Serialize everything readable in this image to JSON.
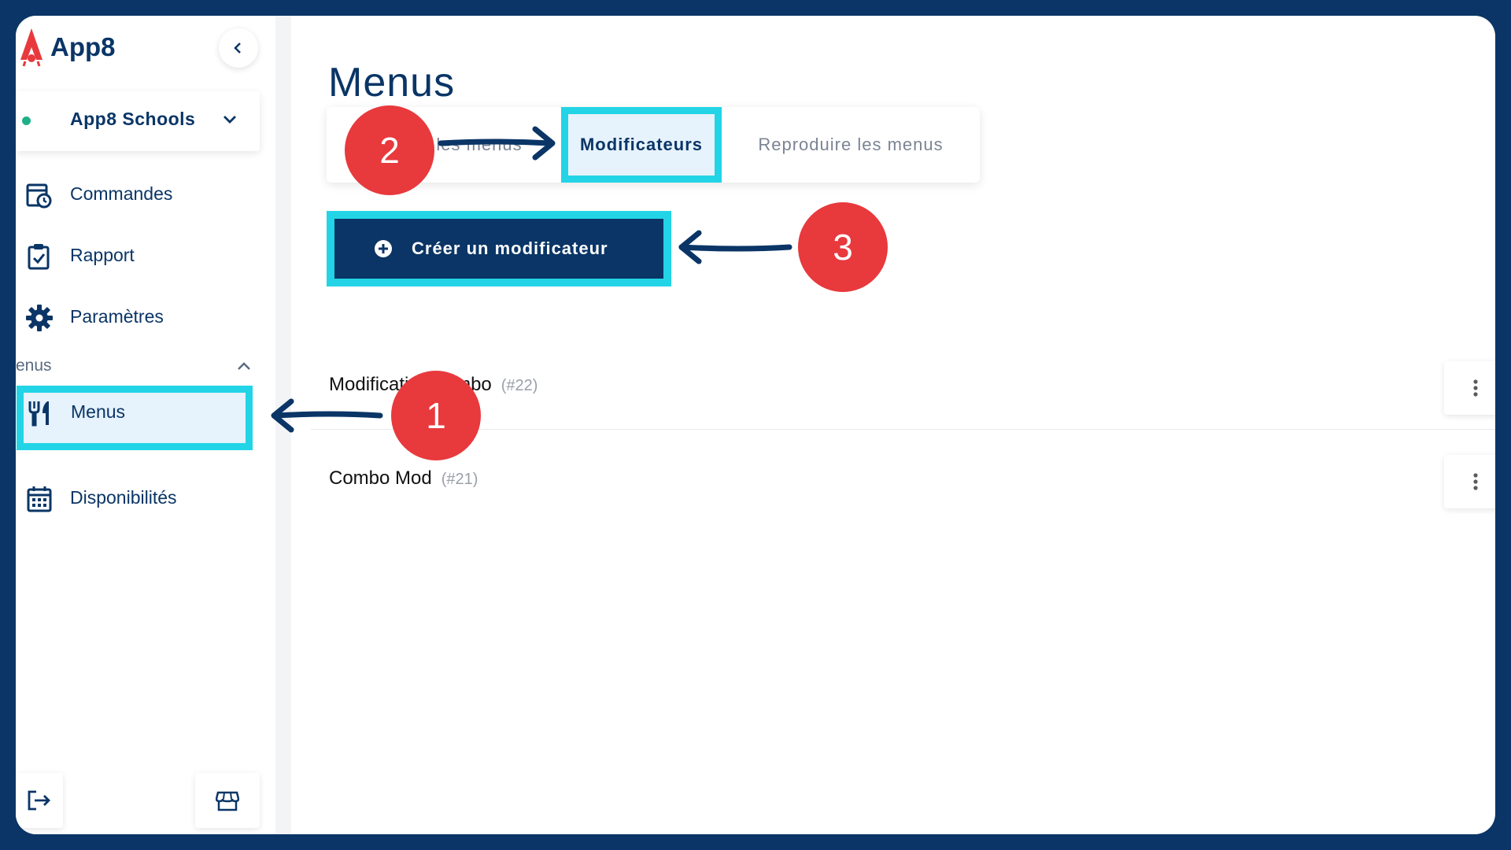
{
  "app": {
    "name": "App8"
  },
  "school": {
    "name": "App8 Schools"
  },
  "nav": {
    "items": [
      {
        "label": "Commandes",
        "icon": "calendar-clock-icon"
      },
      {
        "label": "Rapport",
        "icon": "clipboard-check-icon"
      },
      {
        "label": "Paramètres",
        "icon": "gear-icon"
      }
    ],
    "section_label": "enus",
    "sub_items": [
      {
        "label": "Menus",
        "icon": "utensils-icon",
        "active": true
      },
      {
        "label": "Disponibilités",
        "icon": "calendar-grid-icon"
      }
    ]
  },
  "page": {
    "title": "Menus"
  },
  "tabs": [
    {
      "label": "les menus"
    },
    {
      "label": "Modificateurs",
      "active": true
    },
    {
      "label": "Reproduire les menus"
    }
  ],
  "actions": {
    "create_label": "Créer un modificateur"
  },
  "modifiers": [
    {
      "name": "Modification combo",
      "id": "(#22)"
    },
    {
      "name": "Combo Mod",
      "id": "(#21)"
    }
  ],
  "annotations": {
    "step1": "1",
    "step2": "2",
    "step3": "3"
  },
  "colors": {
    "navy": "#0a3566",
    "highlight": "#22d4e6",
    "badge": "#e8393d",
    "active_bg": "#e6f2fc",
    "status_dot": "#1fb08a"
  }
}
